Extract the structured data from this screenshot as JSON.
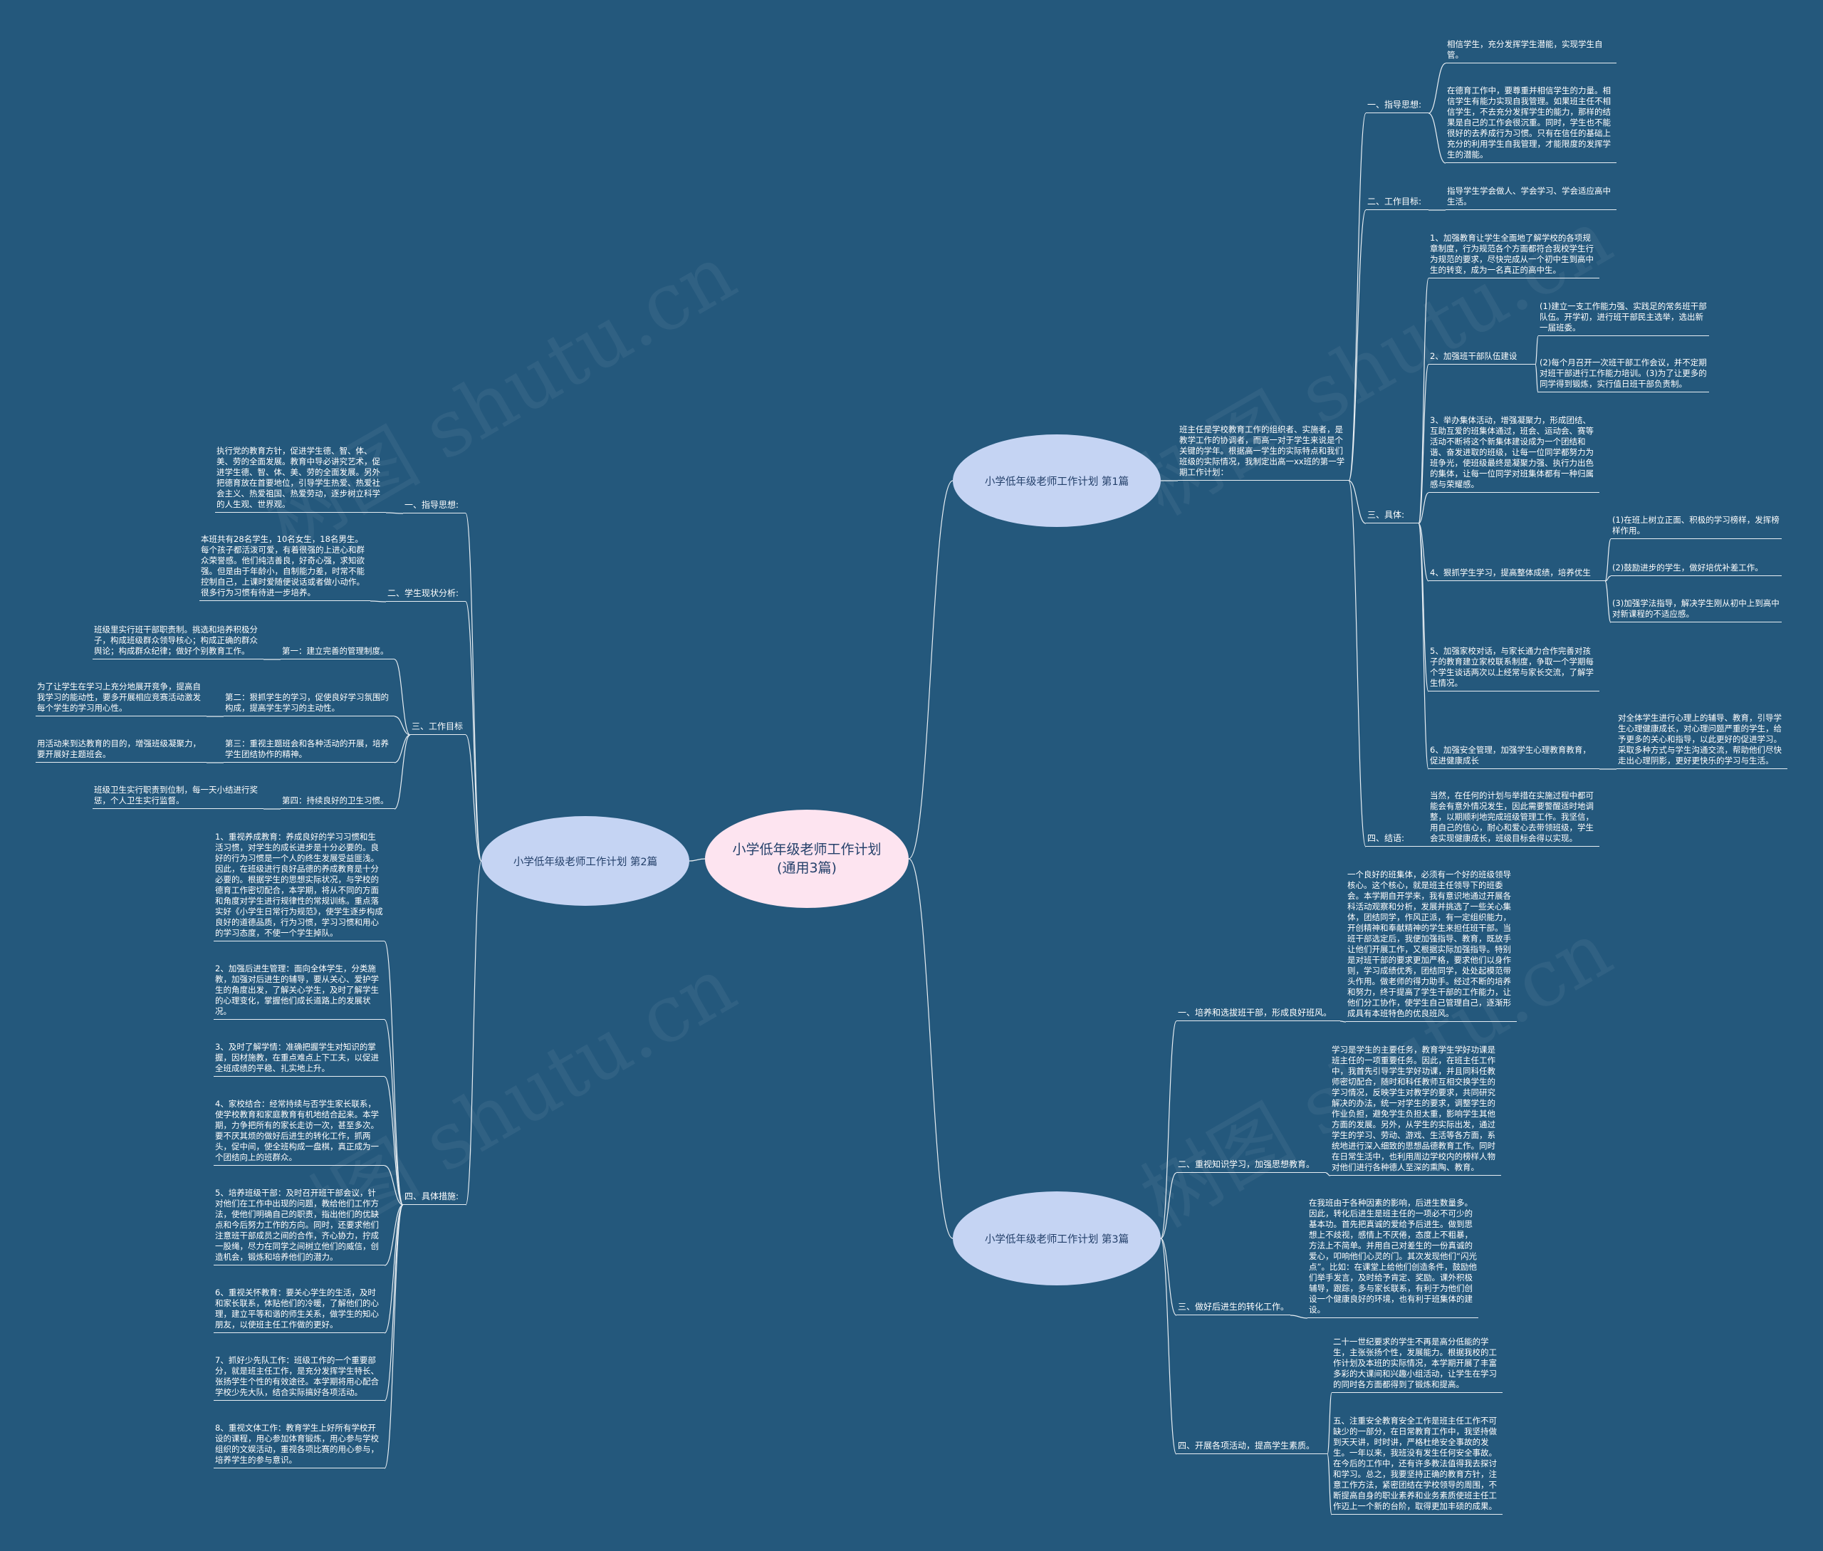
{
  "watermark": "树图 shutu.cn",
  "root": "小学低年级老师工作计划(通用3篇)",
  "branches": {
    "b1": {
      "title": "小学低年级老师工作计划 第1篇",
      "intro": "班主任是学校教育工作的组织者、实施者，是教学工作的协调者，而高一对于学生来说是个关键的学年。根据高一学生的实际特点和我们班级的实际情况，我制定出高一xx班的第一学期工作计划：",
      "s1": {
        "label": "一、指导思想:",
        "t1": "相信学生，充分发挥学生潜能，实现学生自管。",
        "t2": "在德育工作中，要尊重并相信学生的力量。相信学生有能力实现自我管理。如果班主任不相信学生，不去充分发挥学生的能力，那样的结果是自己的工作会很沉重。同时，学生也不能很好的去养成行为习惯。只有在信任的基础上充分的利用学生自我管理，才能限度的发挥学生的潜能。"
      },
      "s2": {
        "label": "二、工作目标:",
        "t1": "指导学生学会做人、学会学习、学会适应高中生活。"
      },
      "s3": {
        "label": "三、具体:",
        "p1": "1、加强教育让学生全面地了解学校的各项规章制度，行为规范各个方面都符合我校学生行为规范的要求，尽快完成从一个初中生到高中生的转变，成为一名真正的高中生。",
        "p2": {
          "label": "2、加强班干部队伍建设",
          "a": "(1)建立一支工作能力强、实践足的常务班干部队伍。开学初，进行班干部民主选举，选出新一届班委。",
          "b": "(2)每个月召开一次班干部工作会议，并不定期对班干部进行工作能力培训。(3)为了让更多的同学得到锻炼，实行值日班干部负责制。"
        },
        "p3": "3、举办集体活动，增强凝聚力，形成团结、互助互爱的班集体通过，班会、运动会、赛等活动不断将这个新集体建设成为一个团结和谐、奋发进取的班级，让每一位同学都努力为班争光，使班级最终是凝聚力强、执行力出色的集体，让每一位同学对班集体都有一种归属感与荣耀感。",
        "p4": {
          "label": "4、狠抓学生学习，提高整体成绩，培养优生",
          "a": "(1)在班上树立正面、积极的学习榜样，发挥榜样作用。",
          "b": "(2)鼓励进步的学生，做好培优补差工作。",
          "c": "(3)加强学法指导，解决学生刚从初中上到高中对新课程的不适应感。"
        },
        "p5": "5、加强家校对话，与家长通力合作完善对孩子的教育建立家校联系制度，争取一个学期每个学生谈话两次以上经常与家长交流，了解学生情况。",
        "p6": {
          "label": "6、加强安全管理，加强学生心理教育教育，促进健康成长",
          "a": "对全体学生进行心理上的辅导、教育，引导学生心理健康成长，对心理问题严重的学生，给予更多的关心和指导，以此更好的促进学习。采取多种方式与学生沟通交流，帮助他们尽快走出心理阴影，更好更快乐的学习与生活。"
        }
      },
      "s4": {
        "label": "四、结语:",
        "t1": "当然，在任何的计划与举措在实施过程中都可能会有意外情况发生，因此需要警醒适时地调整，以期顺利地完成班级管理工作。我坚信，用自己的信心，耐心和爱心去带领班级，学生会实现健康成长，班级目标会得以实现。"
      }
    },
    "b2": {
      "title": "小学低年级老师工作计划 第2篇",
      "s1": {
        "label": "一、指导思想:",
        "t1": "执行党的教育方针，促进学生德、智、体、美、劳的全面发展。教育中导必讲究艺术，促进学生德、智、体、美、劳的全面发展。另外把德育放在首要地位，引导学生热爱、热爱社会主义、热爱祖国、热爱劳动，逐步树立科学的人生观、世界观。"
      },
      "s2": {
        "label": "二、学生现状分析:",
        "t1": "本班共有28名学生，10名女生，18名男生。每个孩子都活泼可爱，有着很强的上进心和群众荣誉感。他们纯洁善良，好奇心强，求知欲强。但是由于年龄小，自制能力差，时常不能控制自己，上课时爱随便说话或者做小动作。很多行为习惯有待进一步培养。"
      },
      "s3": {
        "label": "三、工作目标",
        "g1": {
          "label": "第一：建立完善的管理制度。",
          "t": "班级里实行班干部职责制。挑选和培养积极分子，构成班级群众领导核心；构成正确的群众舆论；构成群众纪律；做好个别教育工作。"
        },
        "g2": {
          "label": "第二：狠抓学生的学习，促使良好学习氛围的构成，提高学生学习的主动性。",
          "t": "为了让学生在学习上充分地展开竞争，提高自我学习的能动性，要多开展相应竞赛活动激发每个学生的学习用心性。"
        },
        "g3": {
          "label": "第三：重视主题班会和各种活动的开展，培养学生团结协作的精神。",
          "t": "用活动来到达教育的目的，增强班级凝聚力，要开展好主题班会。"
        },
        "g4": {
          "label": "第四：持续良好的卫生习惯。",
          "t": "班级卫生实行职责到位制，每一天小结进行奖惩，个人卫生实行监督。"
        }
      },
      "s4": {
        "label": "四、具体措施:",
        "m1": "1、重视养成教育：养成良好的学习习惯和生活习惯，对学生的成长进步是十分必要的。良好的行为习惯是一个人的终生发展受益匪浅。因此，在班级进行良好品德的养成教育是十分必要的。根据学生的思想实际状况，与学校的德育工作密切配合，本学期，将从不同的方面和角度对学生进行规律性的常规训练。重点落实好《小学生日常行为规范》，使学生逐步构成良好的道德品质，行为习惯，学习习惯和用心的学习态度，不使一个学生掉队。",
        "m2": "2、加强后进生管理：面向全体学生，分类施教，加强对后进生的辅导，要从关心、爱护学生的角度出发，了解关心学生，及时了解学生的心理变化，掌握他们成长道路上的发展状况。",
        "m3": "3、及时了解学情：准确把握学生对知识的掌握，因材施教，在重点难点上下工夫，以促进全班成绩的平稳、扎实地上升。",
        "m4": "4、家校结合：经常持续与否学生家长联系，使学校教育和家庭教育有机地结合起来。本学期，力争把所有的家长走访一次，甚至多次。要不厌其烦的做好后进生的转化工作，抓两头，促中间，使全班构成一盘棋，真正成为一个团结向上的班群众。",
        "m5": "5、培养班级干部：及时召开班干部会议，针对他们在工作中出现的问题，教给他们工作方法，使他们明确自己的职责，指出他们的优缺点和今后努力工作的方向。同时，还要求他们注意班干部成员之间的合作，齐心协力，拧成一股绳，尽力在同学之间树立他们的威信，创造机会，锻炼和培养他们的潜力。",
        "m6": "6、重视关怀教育：要关心学生的生活，及时和家长联系，体贴他们的冷暖，了解他们的心理，建立平等和谐的师生关系，做学生的知心朋友，以使班主任工作做的更好。",
        "m7": "7、抓好少先队工作：班级工作的一个重要部分，就是班主任工作，是充分发挥学生特长、张扬学生个性的有效途径。本学期将用心配合学校少先大队，结合实际搞好各项活动。",
        "m8": "8、重视文体工作：教育学生上好所有学校开设的课程，用心参加体育锻炼，用心参与学校组织的文娱活动，重视各项比赛的用心参与，培养学生的参与意识。"
      }
    },
    "b3": {
      "title": "小学低年级老师工作计划 第3篇",
      "s1": {
        "label": "一、培养和选拔班干部，形成良好班风。",
        "t1": "一个良好的班集体，必须有一个好的班级领导核心。这个核心，就是班主任领导下的班委会。本学期自开学来，我有意识地通过开展各科活动观察和分析，发展并挑选了一些关心集体，团结同学，作风正派，有一定组织能力，开创精神和奉献精神的学生来担任班干部。当班干部选定后，我便加强指导、教育，既放手让他们开展工作，又根据实际加强指导。特别是对班干部的要求更加严格，要求他们以身作则，学习成绩优秀，团结同学，处处起模范带头作用。做老师的得力助手。经过不断的培养和努力，终于提高了学生干部的工作能力，让他们分工协作，使学生自己管理自己，逐渐形成具有本班特色的优良班风。"
      },
      "s2": {
        "label": "二、重视知识学习，加强思想教育。",
        "t1": "学习是学生的主要任务，教育学生学好功课是班主任的一项重要任务。因此，在班主任工作中，我首先引导学生学好功课，并且同科任教师密切配合，随时和科任教师互相交换学生的学习情况，反映学生对教学的要求，共同研究解决的办法，统一对学生的要求，调整学生的作业负担，避免学生负担太重，影响学生其他方面的发展。另外，从学生的实际出发，通过学生的学习、劳动、游戏、生活等各方面，系统地进行深入细致的思想品德教育工作。同时在日常生活中，也利用周边学校内的榜样人物对他们进行各种德人至深的熏陶、教育。"
      },
      "s3": {
        "label": "三、做好后进生的转化工作。",
        "t1": "在我班由于各种因素的影响，后进生数量多。因此，转化后进生是班主任的一项必不可少的基本功。首先把真诚的爱给予后进生。做到思想上不歧视，感情上不厌倦，态度上不粗暴，方法上不简单。并用自己对差生的一份真诚的爱心，叩响他们心灵的门。其次发现他们“闪光点”。比如：在课堂上给他们创造条件，鼓励他们举手发言，及时给予肯定、奖励。课外积极辅导，跟踪，多与家长联系，有利于为他们创设一个健康良好的环境，也有利于班集体的建设。"
      },
      "s4": {
        "label": "四、开展各项活动，提高学生素质。",
        "t1": "二十一世纪要求的学生不再是高分低能的学生，主张张扬个性，发展能力。根据我校的工作计划及本班的实际情况，本学期开展了丰富多彩的大课间和兴趣小组活动，让学生在学习的同时各方面都得到了锻炼和提高。",
        "t2": "五、注重安全教育安全工作是班主任工作不可缺少的一部分，在日常教育工作中，我坚持做到天天讲，时时讲，严格杜绝安全事故的发生。一年以来，我班没有发生任何安全事故。在今后的工作中，还有许多教法值得我去探讨和学习。总之，我要坚持正确的教育方针，注意工作方法，紧密团结在学校领导的周围，不断提高自身的职业素养和业务素质使班主任工作迈上一个新的台阶，取得更加丰硕的成果。"
      }
    }
  }
}
